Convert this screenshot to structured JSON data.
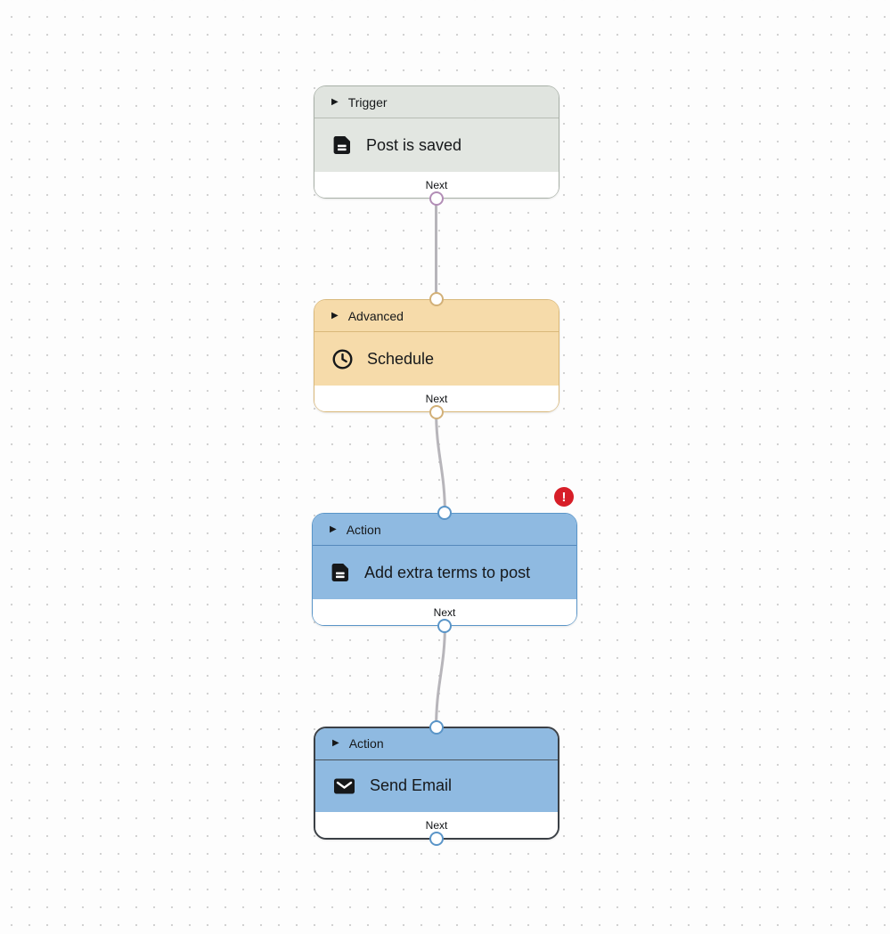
{
  "canvas": {
    "background_color": "#fdfdfd",
    "dot_color": "#d2d2d2",
    "edge_color": "#b7b5ba"
  },
  "icons": {
    "collapse": "▶",
    "error": "!"
  },
  "nodes": [
    {
      "kind": "Trigger",
      "title": "Post is saved",
      "footer": "Next",
      "icon": "document-icon",
      "colors": {
        "fill": "#e2e6e1",
        "border": "#a8b0a7",
        "port": "#b28db6"
      },
      "selected": false,
      "has_error": false
    },
    {
      "kind": "Advanced",
      "title": "Schedule",
      "footer": "Next",
      "icon": "clock-icon",
      "colors": {
        "fill": "#f6dbaa",
        "border": "#d9b87a",
        "port": "#d2b078"
      },
      "selected": false,
      "has_error": false
    },
    {
      "kind": "Action",
      "title": "Add extra terms to post",
      "footer": "Next",
      "icon": "document-icon",
      "colors": {
        "fill": "#8fbae1",
        "border": "#5a95c8",
        "port": "#5a95c8"
      },
      "selected": false,
      "has_error": true
    },
    {
      "kind": "Action",
      "title": "Send Email",
      "footer": "Next",
      "icon": "mail-icon",
      "colors": {
        "fill": "#8fbae1",
        "border": "#3b4046",
        "port": "#5a95c8"
      },
      "selected": true,
      "has_error": false
    }
  ],
  "edges": [
    {
      "from": "Post is saved",
      "to": "Schedule"
    },
    {
      "from": "Schedule",
      "to": "Add extra terms to post"
    },
    {
      "from": "Add extra terms to post",
      "to": "Send Email"
    }
  ],
  "error_badge": {
    "glyph": "!",
    "color": "#d71e28"
  }
}
